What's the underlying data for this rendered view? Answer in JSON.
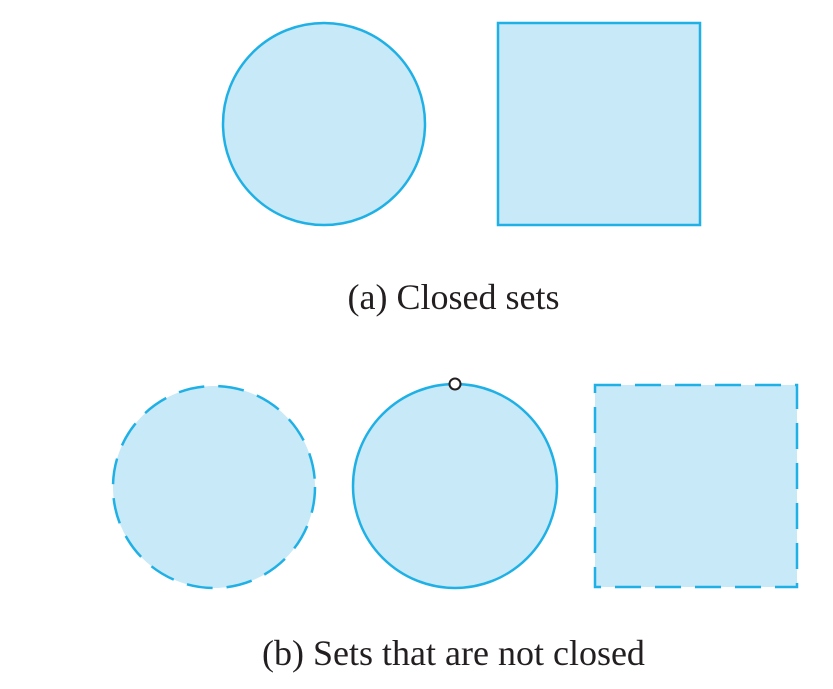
{
  "colors": {
    "fill": "#c8e9f8",
    "stroke": "#1fb0e5",
    "text": "#231f20",
    "background": "#ffffff"
  },
  "panels": [
    {
      "caption": "(a) Closed sets",
      "shapes": [
        {
          "shape": "circle",
          "boundary": "solid"
        },
        {
          "shape": "square",
          "boundary": "solid"
        }
      ]
    },
    {
      "caption": "(b) Sets that are not closed",
      "shapes": [
        {
          "shape": "circle",
          "boundary": "dashed"
        },
        {
          "shape": "circle",
          "boundary": "solid",
          "missing_point": true
        },
        {
          "shape": "square",
          "boundary": "dashed"
        }
      ]
    }
  ]
}
